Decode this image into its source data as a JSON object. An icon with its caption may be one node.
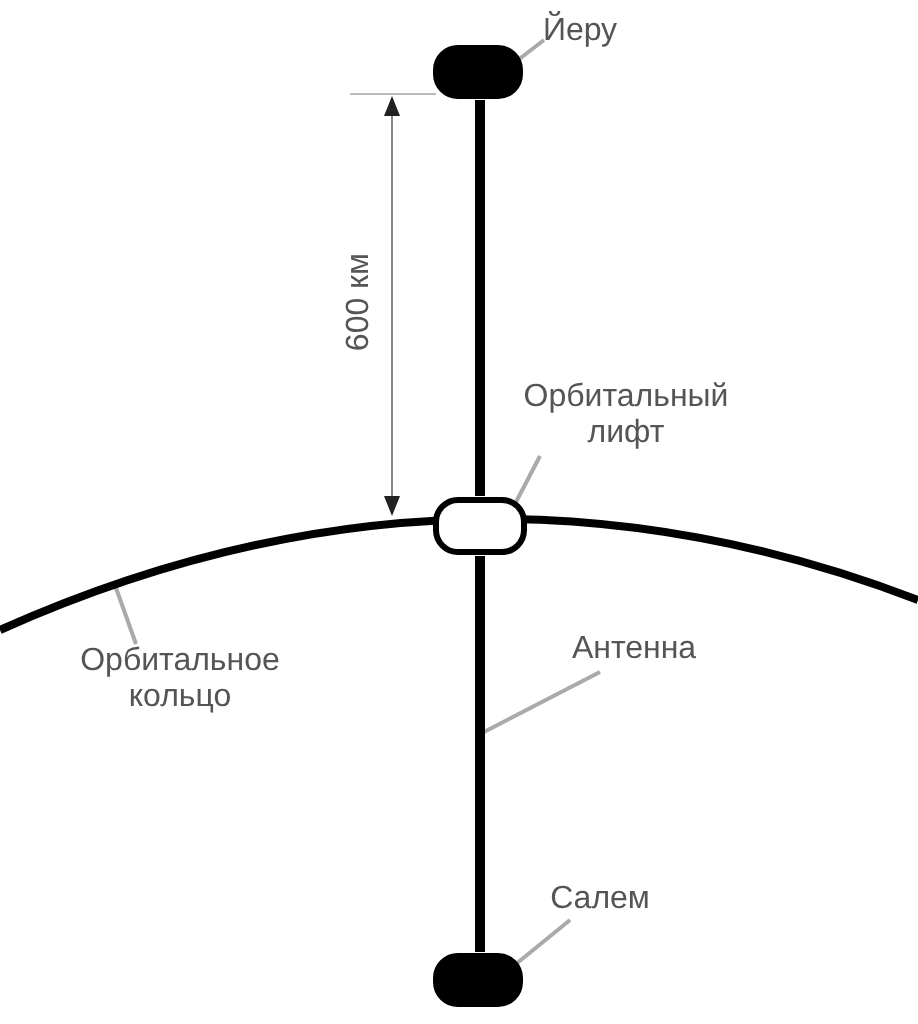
{
  "diagram": {
    "nodes": [
      {
        "text": [
          "Йеру"
        ]
      },
      {
        "text": [],
        "shape": "box"
      },
      {
        "text": [
          "Орбитальный лифт"
        ]
      },
      {
        "text": [],
        "shape": "box"
      },
      {
        "text": [
          "Орбитальное кольцо"
        ]
      },
      {
        "text": [],
        "shape": "arc"
      },
      {
        "text": [
          "Антенна"
        ]
      },
      {
        "text": [],
        "shape": "bar"
      },
      {
        "text": [
          "Салем"
        ]
      },
      {
        "text": [],
        "shape": "box"
      }
    ],
    "edges": [
      {
        "from": 0,
        "to": 1,
        "arrow": "none"
      },
      {
        "from": 2,
        "to": 3,
        "arrow": "none"
      },
      {
        "from": 4,
        "to": 5,
        "arrow": "none"
      },
      {
        "from": 6,
        "to": 7,
        "arrow": "none"
      },
      {
        "from": 8,
        "to": 9,
        "arrow": "none"
      }
    ],
    "labels": [
      "600 км"
    ]
  }
}
